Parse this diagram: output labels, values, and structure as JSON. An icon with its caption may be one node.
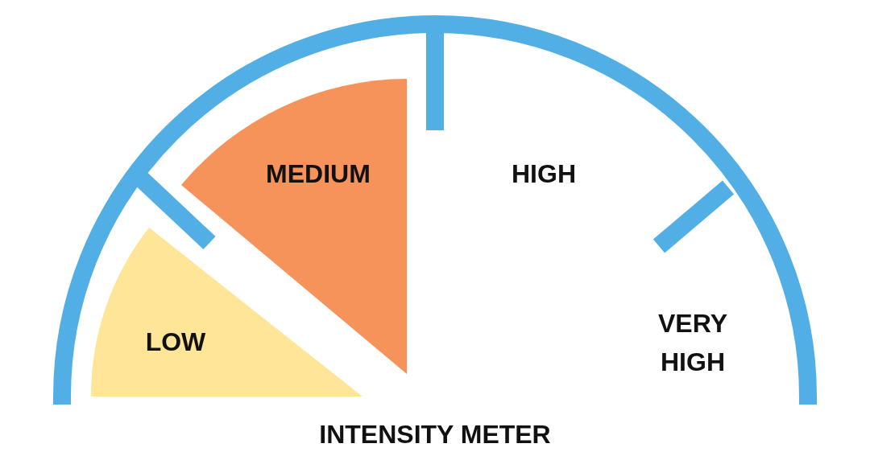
{
  "diagram": {
    "caption": "INTENSITY METER",
    "nodes": [
      {
        "text": [
          "LOW"
        ]
      },
      {
        "text": [
          "MEDIUM"
        ]
      }
    ],
    "labels": [
      "HIGH",
      "VERY HIGH"
    ]
  }
}
